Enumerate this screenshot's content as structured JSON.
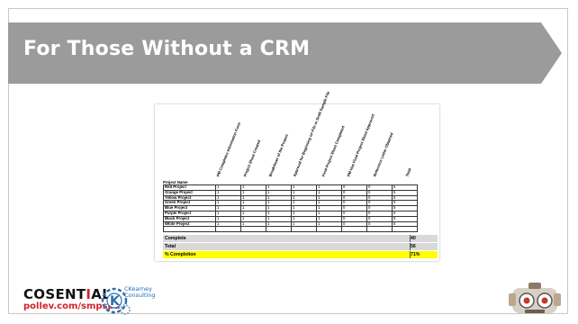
{
  "slide": {
    "title": "For Those Without a CRM"
  },
  "spreadsheet": {
    "row_header": "Project Name",
    "columns": [
      "PM Completes Information Form",
      "Project Sheet Created",
      "Breakdown of the Project",
      "Approval for Beginning on File or Draft Sample File",
      "Final Project Sheet Completed",
      "PM Has Final Project Sheet Approved",
      "Reference Letter Obtained",
      "Total"
    ],
    "rows": [
      {
        "name": "Red Project",
        "values": [
          "1",
          "1",
          "1",
          "1",
          "1",
          "0",
          "0",
          "5"
        ]
      },
      {
        "name": "Orange Project",
        "values": [
          "1",
          "1",
          "1",
          "1",
          "1",
          "0",
          "0",
          "5"
        ]
      },
      {
        "name": "Yellow Project",
        "values": [
          "1",
          "1",
          "1",
          "1",
          "1",
          "0",
          "0",
          "5"
        ]
      },
      {
        "name": "Green Project",
        "values": [
          "1",
          "1",
          "1",
          "1",
          "1",
          "0",
          "0",
          "5"
        ]
      },
      {
        "name": "Blue Project",
        "values": [
          "1",
          "1",
          "1",
          "1",
          "1",
          "0",
          "0",
          "5"
        ]
      },
      {
        "name": "Purple Project",
        "values": [
          "1",
          "1",
          "1",
          "1",
          "1",
          "0",
          "0",
          "5"
        ]
      },
      {
        "name": "Black Project",
        "values": [
          "1",
          "1",
          "1",
          "1",
          "1",
          "0",
          "0",
          "5"
        ]
      },
      {
        "name": "White Project",
        "values": [
          "1",
          "1",
          "1",
          "1",
          "1",
          "0",
          "0",
          "5"
        ]
      }
    ],
    "complete_label": "Complete",
    "complete_value": "40",
    "total_label": "Total",
    "total_value": "56",
    "pct_label": "% Completion",
    "pct_value": "71%"
  },
  "footer": {
    "company_pre": "COSENT",
    "company_i": "I",
    "company_post": "AL",
    "url": "pollev.com/smpspa",
    "partner_line1": "CKearney",
    "partner_line2": "Consulting"
  },
  "colors": {
    "banner": "#9b9b9b",
    "title_text": "#ffffff",
    "completion_highlight": "#ffff00",
    "summary_gray": "#d9d9d9",
    "brand_red": "#d2232a",
    "partner_blue": "#1b6fb5"
  }
}
